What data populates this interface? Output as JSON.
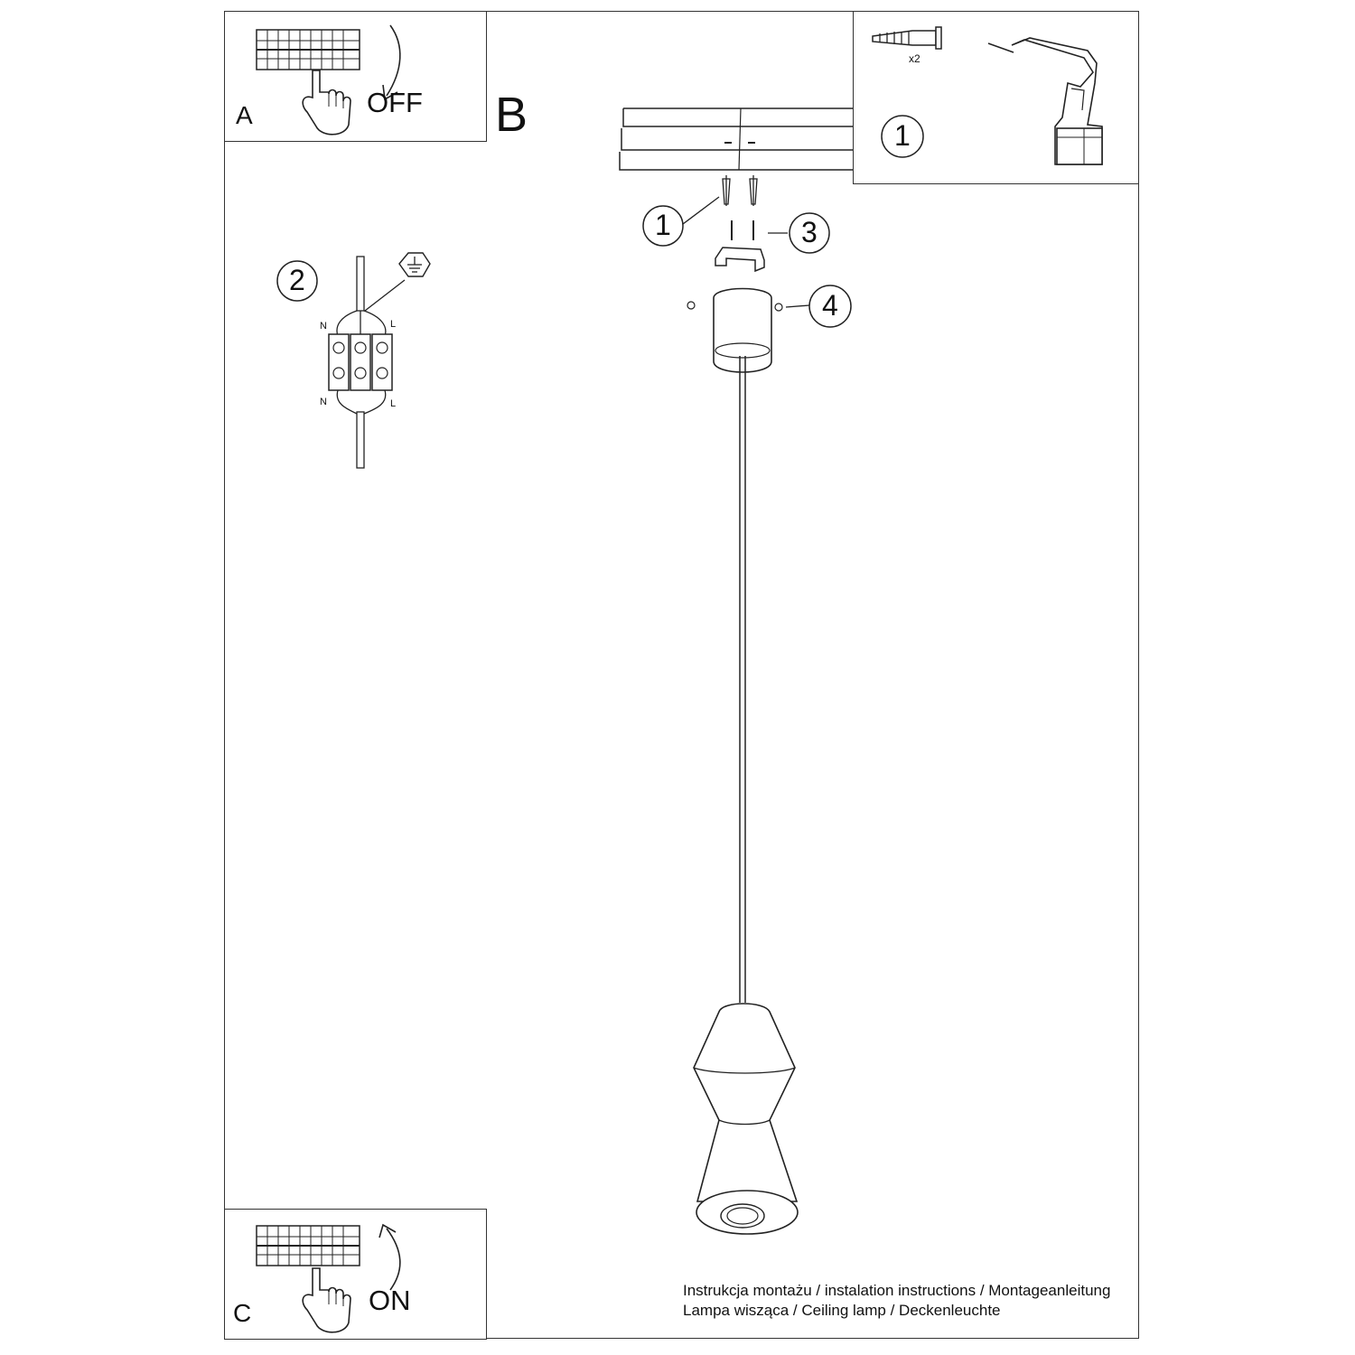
{
  "panel_a": {
    "letter": "A",
    "switch_label": "OFF"
  },
  "panel_b": {
    "letter": "B"
  },
  "panel_c": {
    "letter": "C",
    "switch_label": "ON"
  },
  "callouts": {
    "drill_step": "1",
    "anchor_count": "x2",
    "wiring_step": "2",
    "wire_n_top": "N",
    "wire_l_top": "L",
    "wire_n_bottom": "N",
    "wire_l_bottom": "L",
    "step_1": "1",
    "step_3": "3",
    "step_4": "4"
  },
  "caption": {
    "line1": "Instrukcja montażu / instalation instructions / Montageanleitung",
    "line2": "Lampa wisząca / Ceiling lamp / Deckenleuchte"
  }
}
